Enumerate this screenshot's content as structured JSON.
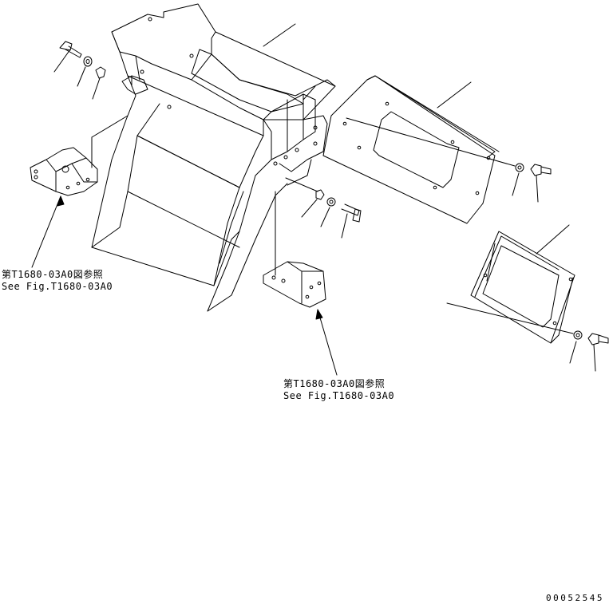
{
  "callouts": {
    "left": {
      "jp": "第T1680-03A0図参照",
      "en": "See Fig.T1680-03A0"
    },
    "center": {
      "jp": "第T1680-03A0図参照",
      "en": "See Fig.T1680-03A0"
    }
  },
  "drawing_id": "00052545"
}
